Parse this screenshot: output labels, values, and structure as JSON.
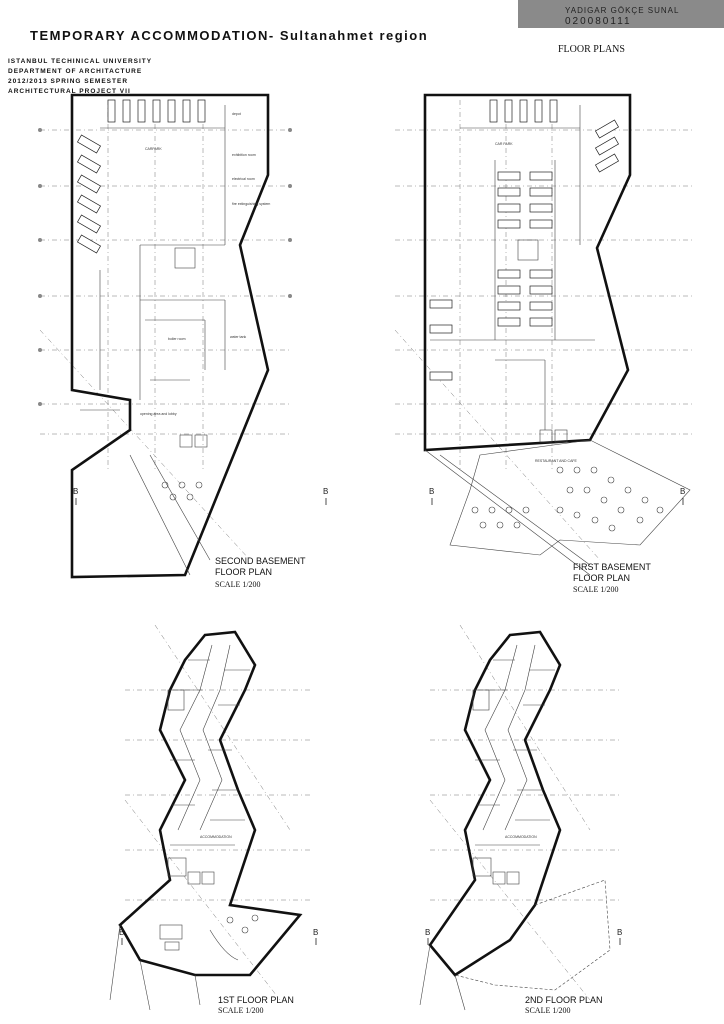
{
  "header": {
    "author_name": "YADIGAR GÖKÇE SUNAL",
    "author_id": "020080111",
    "title": "TEMPORARY ACCOMMODATION- Sultanahmet region",
    "subtitle": "FLOOR PLANS"
  },
  "info_lines": [
    "ISTANBUL TECHINICAL UNIVERSITY",
    "DEPARTMENT OF ARCHITACTURE",
    "2012/2013 SPRING SEMESTER",
    "ARCHITECTURAL PROJECT VII"
  ],
  "plans": {
    "second_basement": {
      "title_line1": "SECOND BASEMENT",
      "title_line2": "FLOOR PLAN",
      "scale": "SCALE 1/200",
      "labels": [
        "CARPARK",
        "depot",
        "exhibition room",
        "electrical room",
        "fire extinguishing system",
        "water tank",
        "boiler room",
        "opening area and lobby"
      ]
    },
    "first_basement": {
      "title_line1": "FIRST BASEMENT",
      "title_line2": "FLOOR PLAN",
      "scale": "SCALE 1/200",
      "labels": [
        "CAR PARK",
        "RESTAURANT AND CAFE"
      ]
    },
    "first_floor": {
      "title": "1ST FLOOR PLAN",
      "scale": "SCALE 1/200",
      "labels": [
        "ACCOMMODATION"
      ]
    },
    "second_floor": {
      "title": "2ND FLOOR PLAN",
      "scale": "SCALE 1/200",
      "labels": [
        "ACCOMMODATION"
      ]
    }
  },
  "section_markers": {
    "letter": "B"
  }
}
